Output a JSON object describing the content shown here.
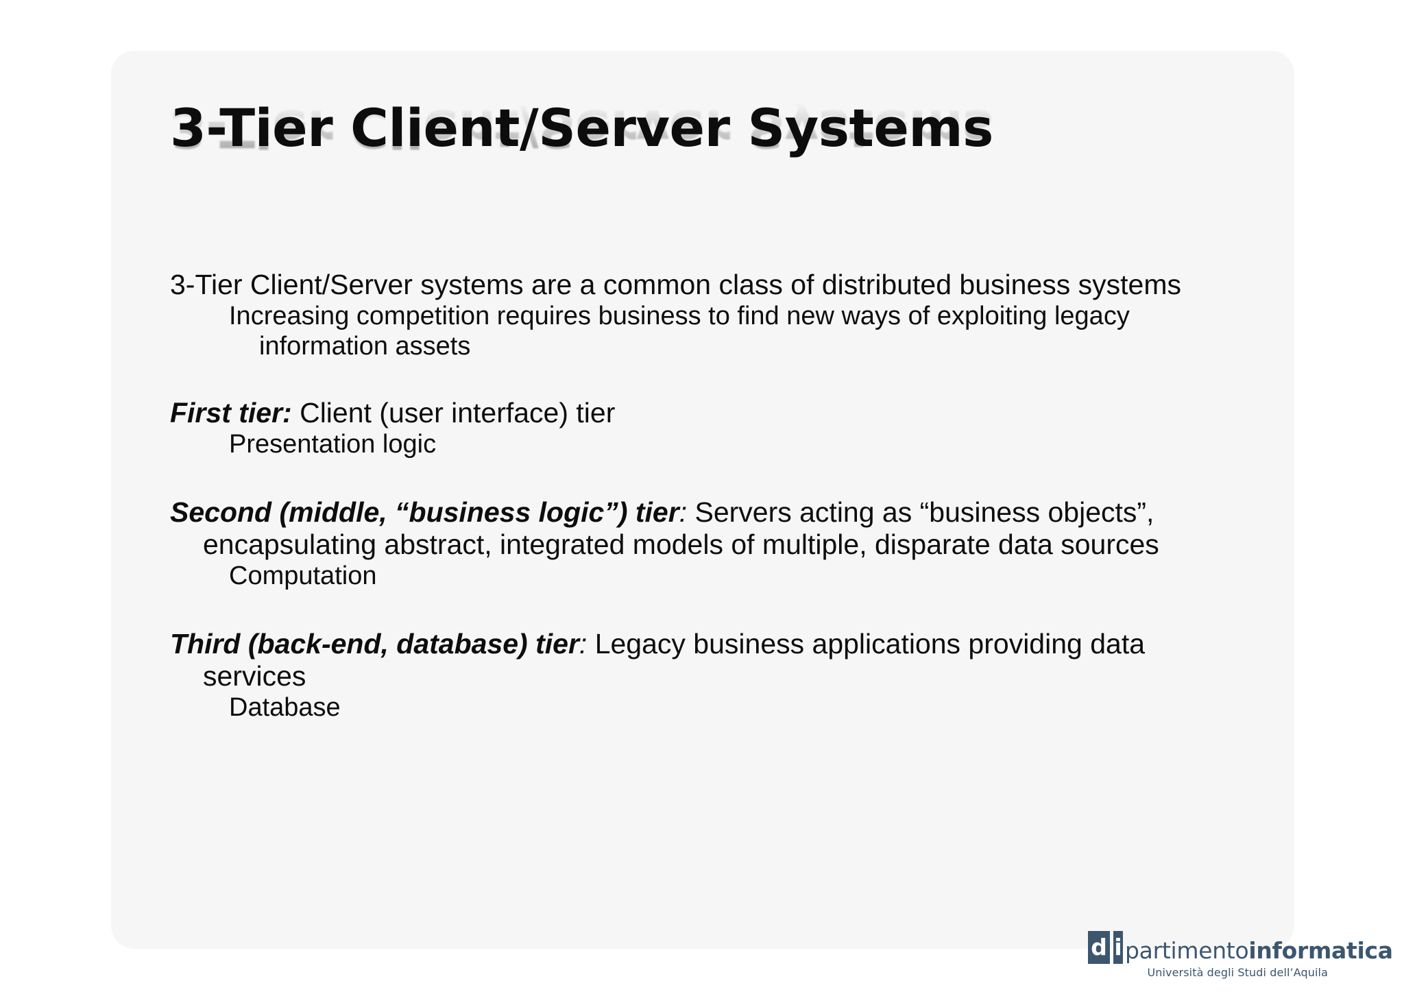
{
  "slide": {
    "title": "3-Tier Client/Server Systems",
    "background_color": "#f6f6f7",
    "page_background_color": "#ffffff",
    "text_color": "#0d0d0d",
    "body": {
      "intro": {
        "level1": "3-Tier Client/Server systems are a common class of distributed business systems",
        "level2": "Increasing competition requires business to find new ways of exploiting legacy information assets"
      },
      "first_tier": {
        "label": "First tier:",
        "text": " Client (user interface) tier",
        "sub": "Presentation logic"
      },
      "second_tier": {
        "label": "Second (middle, “business logic”) tier",
        "colon": ":",
        "text": "  Servers acting as “business objects”, encapsulating abstract, integrated models of multiple, disparate data sources",
        "sub": "Computation"
      },
      "third_tier": {
        "label": "Third (back-end, database) tier",
        "colon": ":",
        "text": "  Legacy business applications providing data services",
        "sub": "Database"
      }
    }
  },
  "logo": {
    "mark_d": "d",
    "mark_i": "i",
    "word_light": "partimento",
    "word_bold": "informatica",
    "subtitle": "Università degli Studi dell’Aquila",
    "color": "#3c566e"
  }
}
